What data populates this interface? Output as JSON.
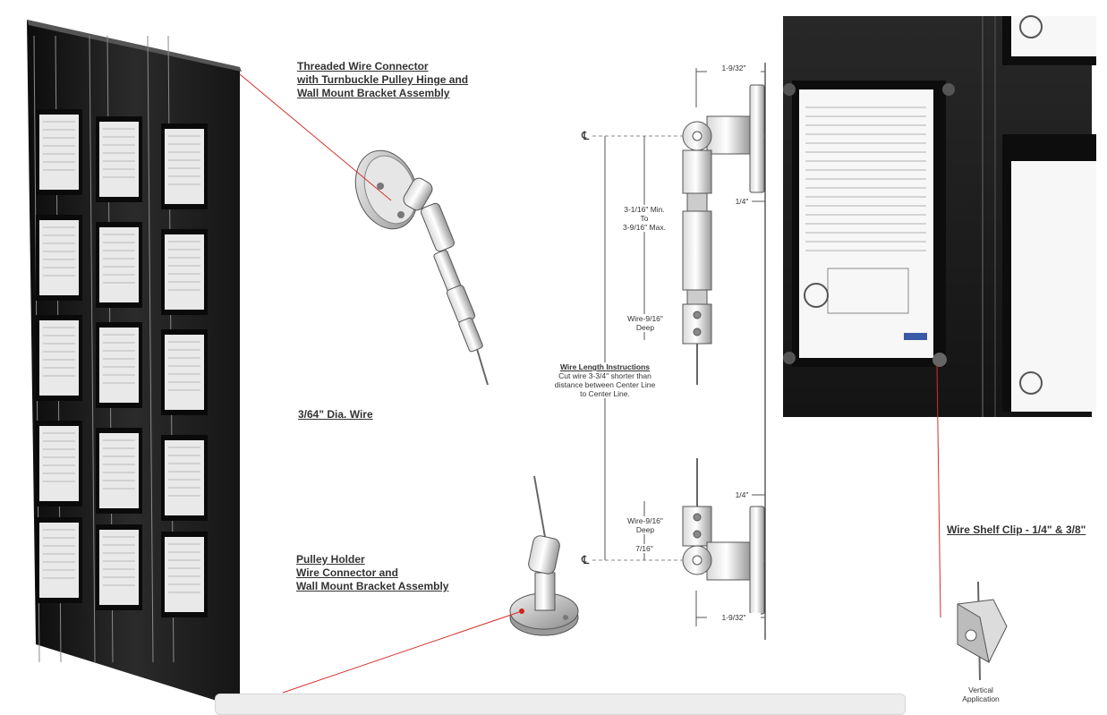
{
  "labels": {
    "threaded_line1": "Threaded Wire Connector",
    "threaded_line2": "with Turnbuckle Pulley Hinge and",
    "threaded_line3": "Wall Mount Bracket Assembly",
    "wire": "3/64\" Dia. Wire",
    "pulley_line1": "Pulley Holder",
    "pulley_line2": "Wire Connector and",
    "pulley_line3": "Wall Mount Bracket Assembly",
    "shelf_clip": "Wire Shelf Clip - 1/4\" & 3/8\"",
    "vertical_line1": "Vertical",
    "vertical_line2": "Application"
  },
  "dimensions": {
    "top_offset": "1-9/32\"",
    "bottom_offset": "1-9/32\"",
    "top_plate": "1/4\"",
    "bottom_plate": "1/4\"",
    "range_line1": "3-1/16\" Min.",
    "range_line2": "To",
    "range_line3": "3-9/16\" Max.",
    "wire_depth_top_1": "Wire-9/16\"",
    "wire_depth_top_2": "Deep",
    "wire_depth_bottom_1": "Wire-9/16\"",
    "wire_depth_bottom_2": "Deep",
    "bottom_gap": "7/16\"",
    "centerline_symbol": "℄"
  },
  "instructions": {
    "title": "Wire Length Instructions",
    "line1": "Cut wire 3-3/4\" shorter than",
    "line2": "distance between Center Line",
    "line3": "to Center Line."
  },
  "colors": {
    "leader": "#d4302b",
    "wall": "#1e1e1e",
    "frame": "#111111"
  }
}
